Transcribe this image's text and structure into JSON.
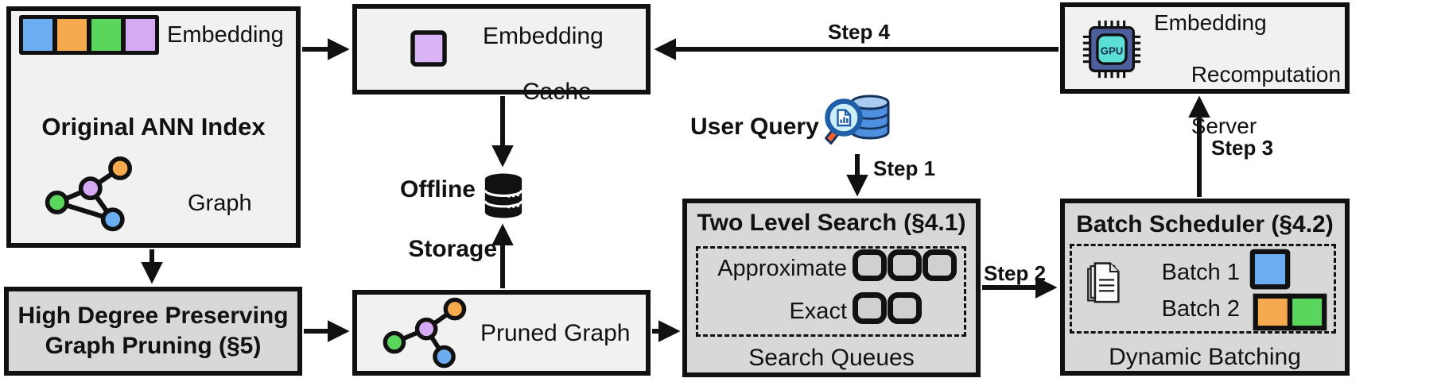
{
  "original_index": {
    "title": "Original ANN Index",
    "embedding_label": "Embedding",
    "graph_label": "Graph"
  },
  "embedding_cache": {
    "line1": "Embedding",
    "line2": "Cache"
  },
  "offline_storage": {
    "line1": "Offline",
    "line2": "Storage"
  },
  "user_query": {
    "label": "User Query"
  },
  "recomputation_server": {
    "line1": "Embedding",
    "line2": "Recomputation",
    "line3": "Server",
    "gpu_label": "GPU"
  },
  "two_level_search": {
    "title": "Two Level Search (§4.1)",
    "approximate_label": "Approximate",
    "exact_label": "Exact",
    "caption": "Search Queues"
  },
  "batch_scheduler": {
    "title": "Batch Scheduler (§4.2)",
    "batch1_label": "Batch 1",
    "batch2_label": "Batch 2",
    "caption": "Dynamic Batching"
  },
  "graph_pruning": {
    "line1": "High Degree Preserving",
    "line2": "Graph Pruning (§5)"
  },
  "pruned_graph": {
    "label": "Pruned Graph"
  },
  "steps": {
    "step1": "Step 1",
    "step2": "Step 2",
    "step3": "Step 3",
    "step4": "Step 4"
  },
  "colors": {
    "blue": "#6cadf2",
    "orange": "#f7aa4d",
    "green": "#5bd65d",
    "purple": "#d5aaf4",
    "cache_purple": "#d9b4f6",
    "box_light": "#f1f1f1",
    "box_dark": "#d8d8d8",
    "outline": "#111111",
    "gpu_chip": "#4e5f9e",
    "gpu_core": "#5ce0d5",
    "query_db_blue": "#4f8fe0",
    "query_db_top": "#a9ccf1",
    "query_lens": "#cdeffa",
    "query_rim": "#1e5fa8",
    "query_handle": "#f2622e"
  }
}
